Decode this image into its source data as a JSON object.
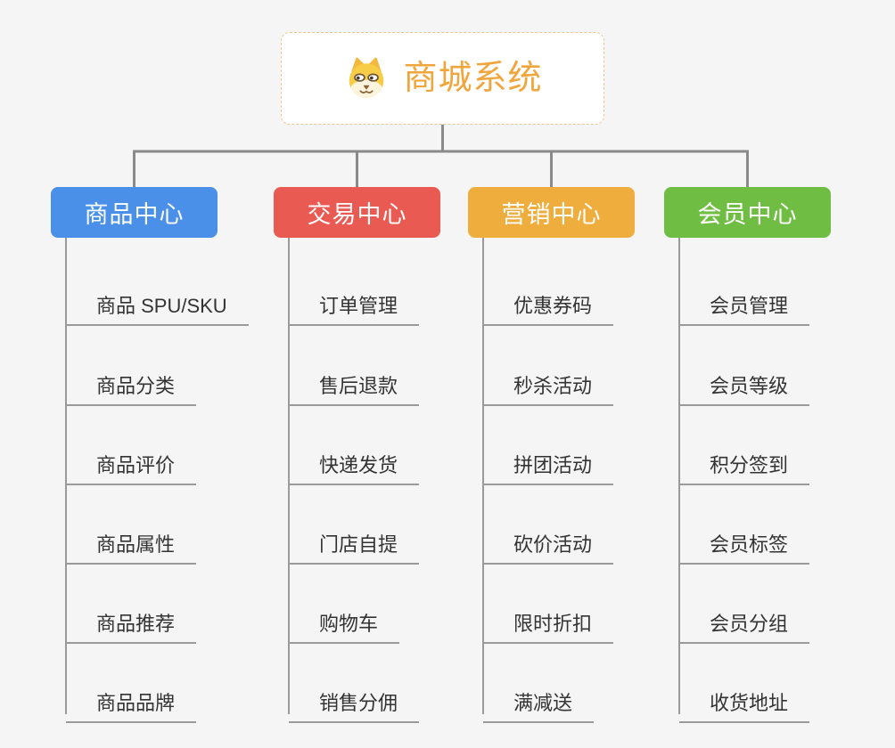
{
  "root": {
    "title": "商城系统",
    "icon": "dog-face-icon"
  },
  "colors": {
    "background": "#f5f5f5",
    "root_border": "#f0c48f",
    "root_title": "#f0a63c",
    "connector": "#8a8a8a",
    "leaf_line": "#9a9a9a",
    "leaf_text": "#333333",
    "header_text": "#ffffff"
  },
  "branches": [
    {
      "label": "商品中心",
      "color": "#4a8fe8",
      "items": [
        "商品 SPU/SKU",
        "商品分类",
        "商品评价",
        "商品属性",
        "商品推荐",
        "商品品牌"
      ]
    },
    {
      "label": "交易中心",
      "color": "#e95a52",
      "items": [
        "订单管理",
        "售后退款",
        "快递发货",
        "门店自提",
        "购物车",
        "销售分佣"
      ]
    },
    {
      "label": "营销中心",
      "color": "#eead3c",
      "items": [
        "优惠券码",
        "秒杀活动",
        "拼团活动",
        "砍价活动",
        "限时折扣",
        "满减送"
      ]
    },
    {
      "label": "会员中心",
      "color": "#6fbe43",
      "items": [
        "会员管理",
        "会员等级",
        "积分签到",
        "会员标签",
        "会员分组",
        "收货地址"
      ]
    }
  ]
}
